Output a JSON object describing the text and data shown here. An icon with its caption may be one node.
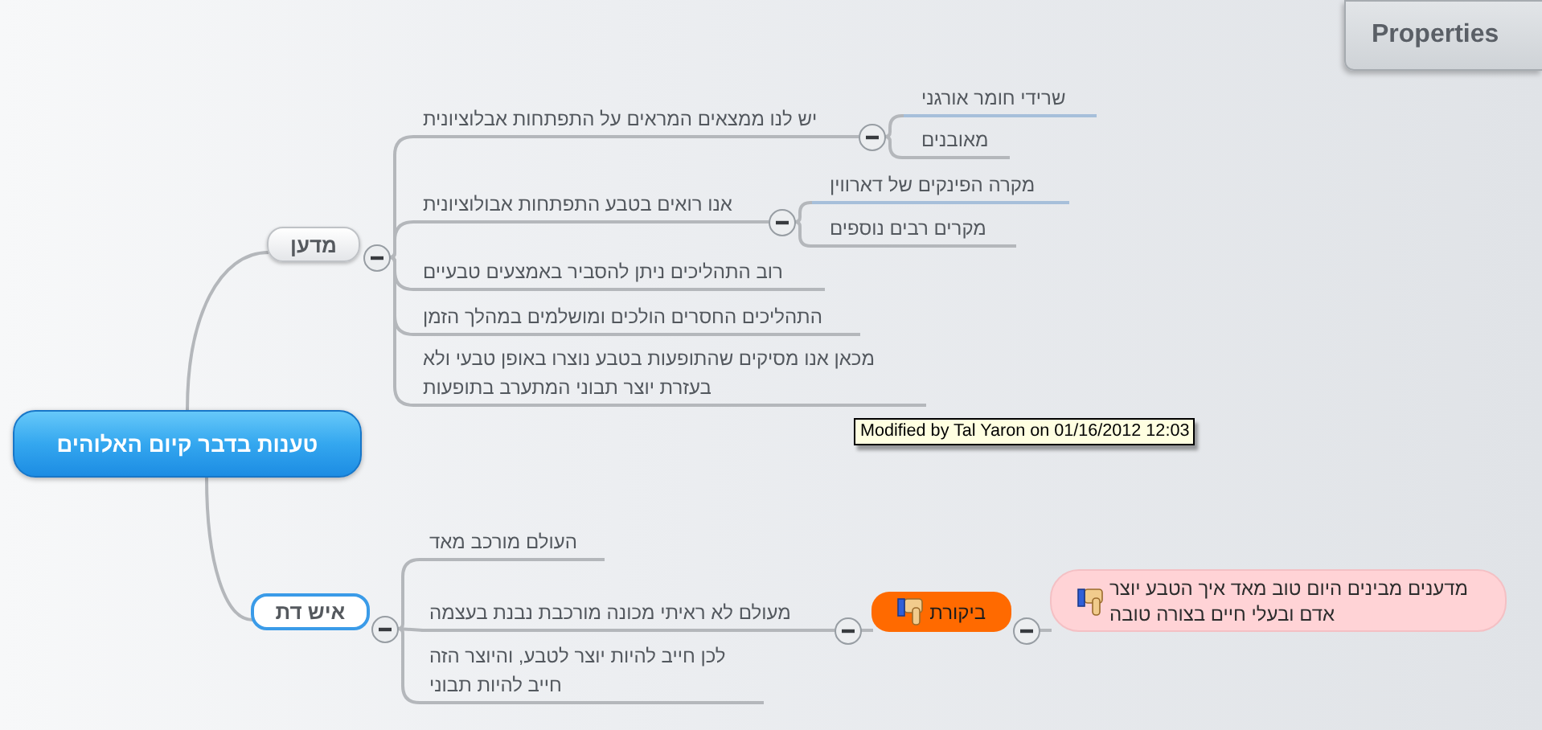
{
  "diagram": {
    "nodes": [
      {
        "text": [
          "טענות בדבר קיום האלוהים"
        ]
      },
      {
        "text": [
          "מדען"
        ]
      },
      {
        "text": [
          "יש לנו ממצאים המראים על התפתחות אבלוציונית"
        ]
      },
      {
        "text": [
          "שרידי חומר אורגני"
        ]
      },
      {
        "text": [
          "מאובנים"
        ]
      },
      {
        "text": [
          "אנו רואים בטבע התפתחות אבולוציונית"
        ]
      },
      {
        "text": [
          "מקרה הפינקים של דארווין"
        ]
      },
      {
        "text": [
          "מקרים רבים נוספים"
        ]
      },
      {
        "text": [
          "רוב התהליכים ניתן להסביר באמצעים טבעיים"
        ]
      },
      {
        "text": [
          "התהליכים החסרים הולכים ומושלמים במהלך הזמן"
        ]
      },
      {
        "text": [
          "מכאן אנו מסיקים שהתופעות בטבע נוצרו באופן טבעי ולא בעזרת יוצר תבוני המתערב בתופעות"
        ]
      },
      {
        "text": [
          "איש דת"
        ]
      },
      {
        "text": [
          "העולם מורכב מאד"
        ]
      },
      {
        "text": [
          "מעולם לא ראיתי מכונה מורכבת נבנת בעצמה"
        ]
      },
      {
        "text": [
          "ביקורת"
        ]
      },
      {
        "text": [
          "מדענים מבינים היום טוב מאד איך הטבע יוצר אדם ובעלי חיים בצורה טובה"
        ]
      },
      {
        "text": [
          "לכן חייב להיות יוצר לטבע, והיוצר הזה חייב להיות תבוני"
        ]
      }
    ],
    "edges": [
      {
        "from": 0,
        "to": 1,
        "arrow": "none"
      },
      {
        "from": 1,
        "to": 2,
        "arrow": "none"
      },
      {
        "from": 2,
        "to": 3,
        "arrow": "none"
      },
      {
        "from": 2,
        "to": 4,
        "arrow": "none"
      },
      {
        "from": 1,
        "to": 5,
        "arrow": "none"
      },
      {
        "from": 5,
        "to": 6,
        "arrow": "none"
      },
      {
        "from": 5,
        "to": 7,
        "arrow": "none"
      },
      {
        "from": 1,
        "to": 8,
        "arrow": "none"
      },
      {
        "from": 1,
        "to": 9,
        "arrow": "none"
      },
      {
        "from": 1,
        "to": 10,
        "arrow": "none"
      },
      {
        "from": 0,
        "to": 11,
        "arrow": "none"
      },
      {
        "from": 11,
        "to": 12,
        "arrow": "none"
      },
      {
        "from": 11,
        "to": 13,
        "arrow": "none"
      },
      {
        "from": 13,
        "to": 14,
        "arrow": "none"
      },
      {
        "from": 14,
        "to": 15,
        "arrow": "none"
      },
      {
        "from": 11,
        "to": 16,
        "arrow": "none"
      }
    ],
    "labels": [
      "Properties",
      "Modified by Tal Yaron on 01/16/2012 12:03"
    ]
  }
}
